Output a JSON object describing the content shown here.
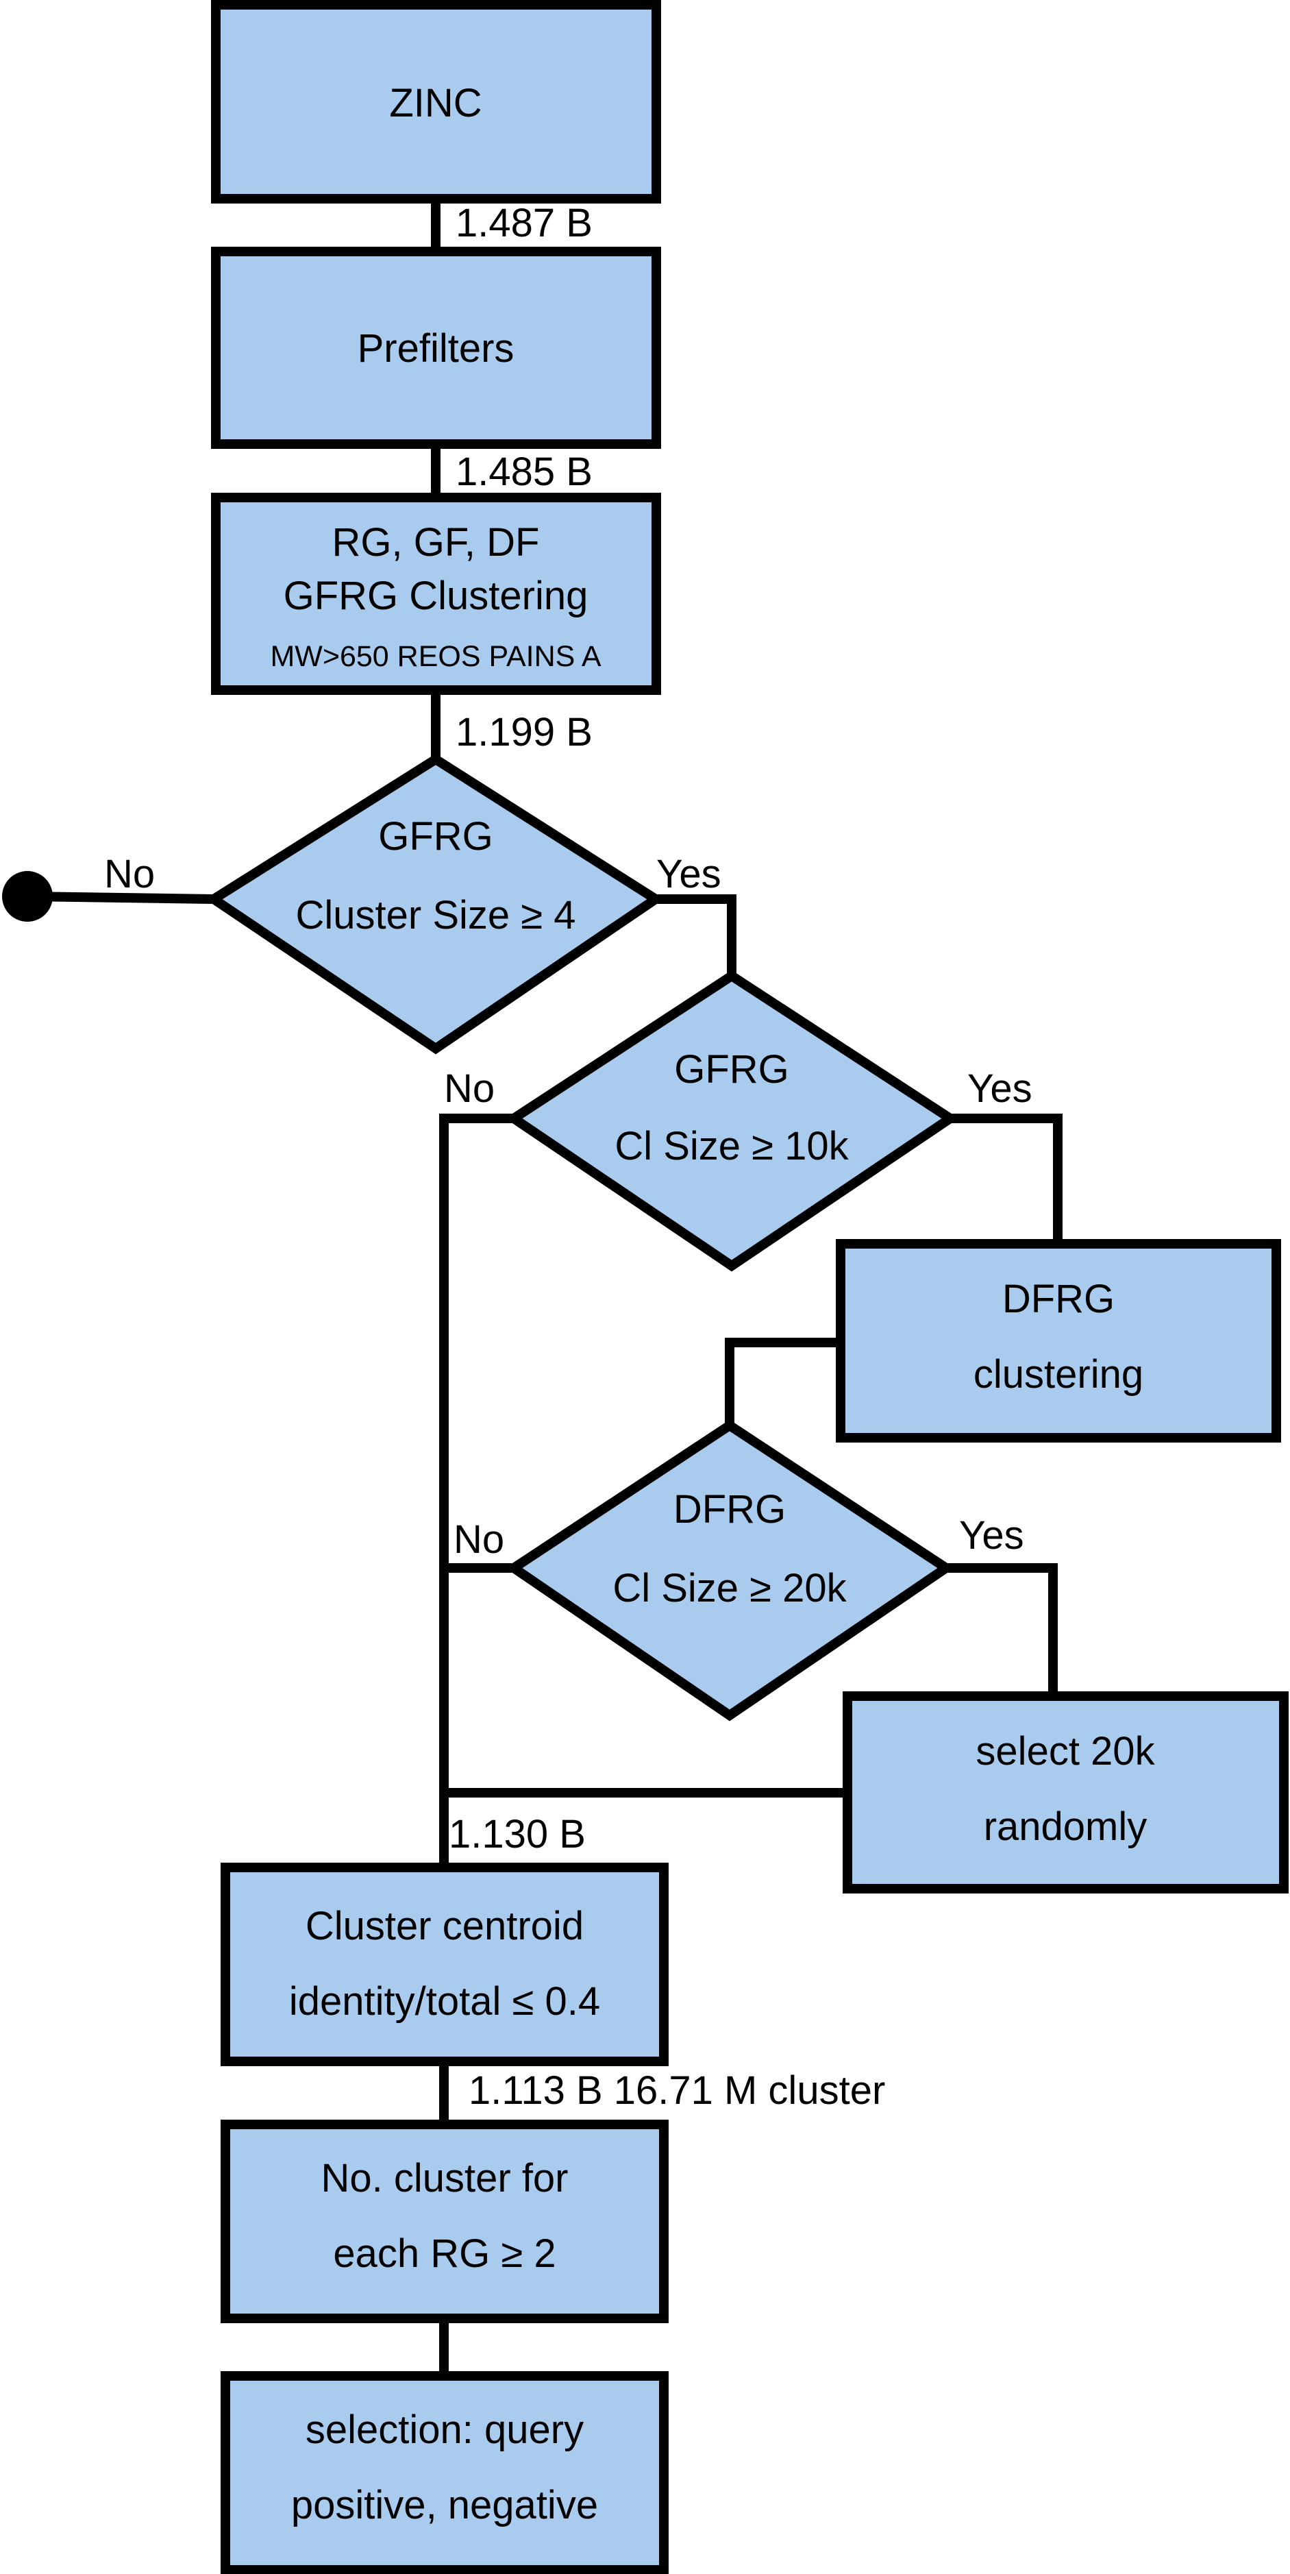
{
  "nodes": {
    "zinc": {
      "lines": [
        "ZINC"
      ]
    },
    "prefilters": {
      "lines": [
        "Prefilters"
      ]
    },
    "clustering": {
      "lines": [
        "RG, GF, DF",
        "GFRG Clustering",
        "MW>650 REOS PAINS A"
      ]
    },
    "gfrg_cluster_size": {
      "lines": [
        "GFRG",
        "Cluster Size ≥ 4"
      ]
    },
    "gfrg_cl_size_10k": {
      "lines": [
        "GFRG",
        "Cl Size ≥ 10k"
      ]
    },
    "dfrg_clustering": {
      "lines": [
        "DFRG",
        "clustering"
      ]
    },
    "dfrg_cl_size_20k": {
      "lines": [
        "DFRG",
        "Cl Size ≥ 20k"
      ]
    },
    "select_20k": {
      "lines": [
        "select 20k",
        "randomly"
      ]
    },
    "centroid_identity": {
      "lines": [
        "Cluster centroid",
        "identity/total ≤ 0.4"
      ]
    },
    "no_cluster_rg": {
      "lines": [
        "No. cluster for",
        "each RG ≥ 2"
      ]
    },
    "selection": {
      "lines": [
        "selection: query",
        "positive, negative"
      ]
    }
  },
  "edge_labels": {
    "count_zinc": "1.487 B",
    "count_prefilters": "1.485 B",
    "count_clustering": "1.199 B",
    "count_merge": "1.130 B",
    "count_centroid": "1.113 B 16.71 M cluster",
    "d1_no": "No",
    "d1_yes": "Yes",
    "d2_no": "No",
    "d2_yes": "Yes",
    "d3_no": "No",
    "d3_yes": "Yes"
  },
  "colors": {
    "node_fill": "#a9cbee",
    "stroke": "#000000",
    "background": "#ffffff"
  }
}
